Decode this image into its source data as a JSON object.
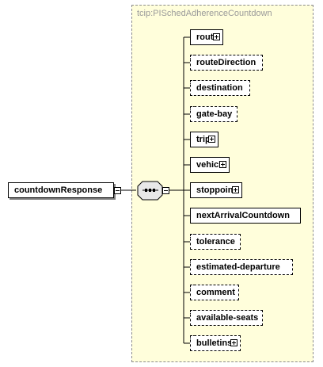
{
  "type_name": "tcip:PISchedAdherenceCountdown",
  "root": {
    "label": "countdownResponse"
  },
  "compositor": "sequence",
  "children": [
    {
      "label": "route",
      "optional": false,
      "expandable": true
    },
    {
      "label": "routeDirection",
      "optional": true,
      "expandable": false
    },
    {
      "label": "destination",
      "optional": true,
      "expandable": false
    },
    {
      "label": "gate-bay",
      "optional": true,
      "expandable": false
    },
    {
      "label": "trip",
      "optional": false,
      "expandable": true
    },
    {
      "label": "vehicle",
      "optional": false,
      "expandable": true
    },
    {
      "label": "stoppoint",
      "optional": false,
      "expandable": true
    },
    {
      "label": "nextArrivalCountdown",
      "optional": false,
      "expandable": false
    },
    {
      "label": "tolerance",
      "optional": true,
      "expandable": false
    },
    {
      "label": "estimated-departure",
      "optional": true,
      "expandable": false
    },
    {
      "label": "comment",
      "optional": true,
      "expandable": false
    },
    {
      "label": "available-seats",
      "optional": true,
      "expandable": false
    },
    {
      "label": "bulletins",
      "optional": true,
      "expandable": true
    }
  ]
}
